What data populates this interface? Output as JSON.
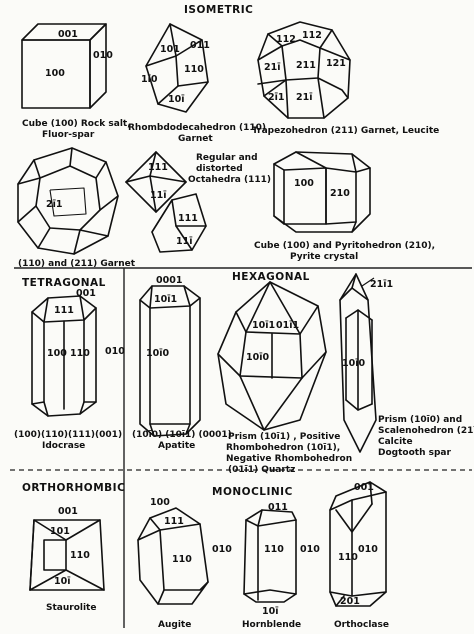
{
  "headers": {
    "isometric": "ISOMETRIC",
    "tetragonal": "TETRAGONAL",
    "hexagonal": "HEXAGONAL",
    "orthorhombic": "ORTHORHOMBIC",
    "monoclinic": "MONOCLINIC"
  },
  "captions": {
    "cube_1": "Cube (100) Rock salt,",
    "cube_2": "Fluor-spar",
    "rhombdodeca_1": "Rhombdodecahedron (110)",
    "rhombdodeca_2": "Garnet",
    "trapezo_1": "Trapezohedron (211) Garnet, Leucite",
    "octa_1": "Regular and",
    "octa_2": "distorted",
    "octa_3": "Octahedra (111)",
    "combo_1": "(110) and (211) Garnet",
    "pyrito_1": "Cube (100) and Pyritohedron (210),",
    "pyrito_2": "Pyrite crystal",
    "idocrase_1": "(100)(110)(111)(001)",
    "idocrase_2": "Idocrase",
    "apatite_1": "(10ī0) (10ī1) (0001)",
    "apatite_2": "Apatite",
    "quartz_1": "Prism (10ī1) , Positive",
    "quartz_2": "Rhombohedron (10ī1),",
    "quartz_3": "Negative Rhombohedron",
    "quartz_4": "(01ī1)   Quartz",
    "calcite_1": "Prism (10ī0) and",
    "calcite_2": "Scalenohedron (21ī1)",
    "calcite_3": "Calcite",
    "calcite_4": "Dogtooth spar",
    "staurolite": "Staurolite",
    "augite": "Augite",
    "hornblende": "Hornblende",
    "orthoclase": "Orthoclase"
  },
  "faces": {
    "cube_001": "001",
    "cube_100": "100",
    "cube_010": "010",
    "rd_011": "011",
    "rd_101": "101",
    "rd_110": "110",
    "rd_1i0": "1ī0",
    "rd_10i": "10ī",
    "tz_112a": "112",
    "tz_112b": "112",
    "tz_21i": "21ī",
    "tz_211": "211",
    "tz_121": "121",
    "tz_2i1": "2ī1",
    "tz_21ib": "21ī",
    "oc_111a": "111",
    "oc_11i": "11ī",
    "oc_111b": "111",
    "oc_11ib": "11ī",
    "gc_2i1": "2ī1",
    "py_100": "100",
    "py_210": "210",
    "id_001": "001",
    "id_111": "111",
    "id_100": "100",
    "id_110": "110",
    "id_010": "010",
    "ap_0001": "0001",
    "ap_10i1": "10ī1",
    "ap_10i0": "10ī0",
    "qz_10i1": "10ī1",
    "qz_01i1": "01ī1",
    "qz_10i0": "10ī0",
    "ca_21i1": "21ī1",
    "ca_10i0": "10ī0",
    "st_001": "001",
    "st_101": "101",
    "st_110": "110",
    "st_10i": "10ī",
    "au_100": "100",
    "au_111": "111",
    "au_110": "110",
    "au_010": "010",
    "hb_011": "011",
    "hb_110": "110",
    "hb_010": "010",
    "hb_10i": "10ī",
    "or_001": "001",
    "or_110": "110",
    "or_010": "010",
    "or_201": "201"
  }
}
